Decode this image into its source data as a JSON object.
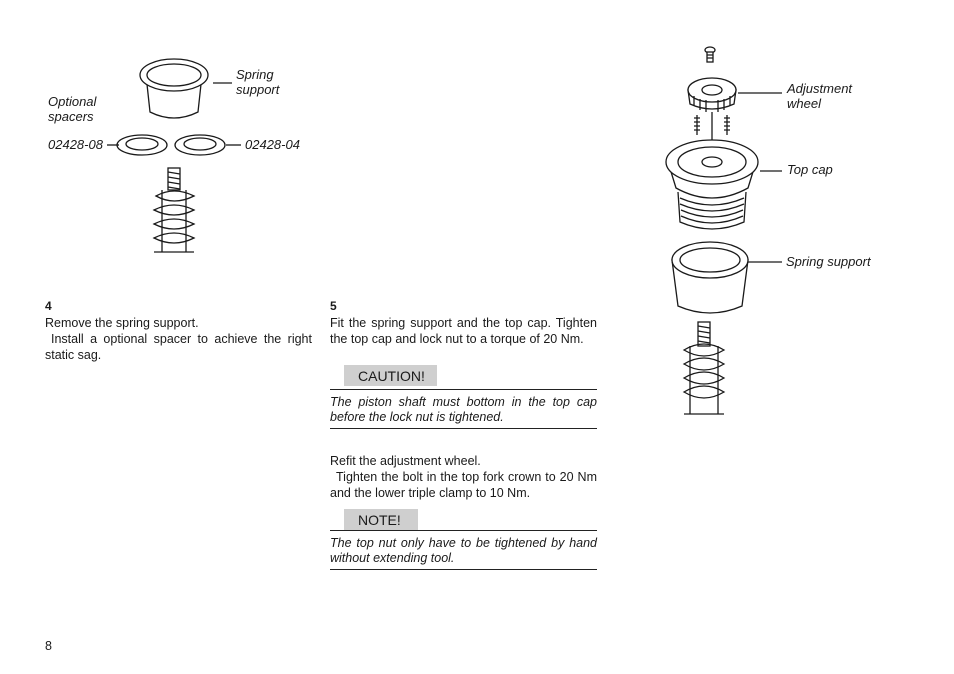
{
  "figure_left": {
    "label_spring_support": "Spring\nsupport",
    "label_optional_spacers": "Optional\nspacers",
    "label_part_a": "02428-08",
    "label_part_b": "02428-04"
  },
  "figure_right": {
    "label_adjustment_wheel": "Adjustment\nwheel",
    "label_top_cap": "Top cap",
    "label_spring_support": "Spring support"
  },
  "step4": {
    "number": "4",
    "line1": "Remove the spring support.",
    "line2": "Install a optional spacer to achieve the right static sag."
  },
  "step5": {
    "number": "5",
    "text": "Fit the spring support and the top cap. Tighten the top cap and lock nut to a torque of 20 Nm."
  },
  "caution": {
    "title": "CAUTION!",
    "text": "The piston shaft must bottom in the top cap before the lock nut is tightened."
  },
  "refit": {
    "line1": "Refit the adjustment wheel.",
    "line2": "Tighten the bolt in the top fork crown to 20 Nm and the lower triple clamp to 10 Nm."
  },
  "note": {
    "title": "NOTE!",
    "text": "The top nut only have to be tightened by hand without extending tool."
  },
  "page_number": "8"
}
